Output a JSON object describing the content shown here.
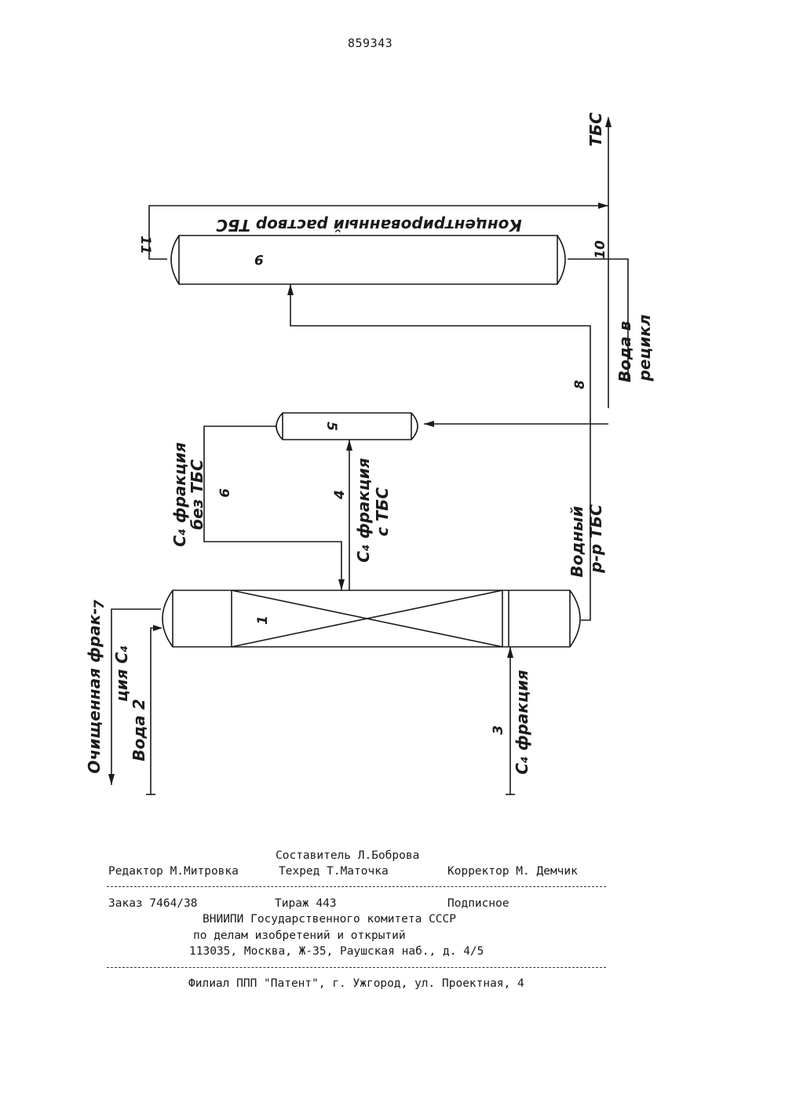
{
  "document": {
    "patent_number": "859343"
  },
  "diagram": {
    "labels": {
      "concentrated_solution": "Концентрированный раствор ТБС",
      "tbs_out": "ТБС",
      "water_recycle_1": "Вода в",
      "water_recycle_2": "рецикл",
      "c4_without_tbs_1": "С₄ фракция",
      "c4_without_tbs_2": "без ТБС",
      "c4_with_tbs_1": "С₄ фракция",
      "c4_with_tbs_2": "с ТБС",
      "aqueous_tbs_1": "Водный",
      "aqueous_tbs_2": "р-р ТБС",
      "purified_1": "Очищенная фрак-",
      "purified_2": "ция С₄",
      "water_2": "Вода 2",
      "c4_feed": "С₄ фракция"
    },
    "stream_numbers": {
      "n1": "1",
      "n2": "2",
      "n3": "3",
      "n4": "4",
      "n5": "5",
      "n6": "6",
      "n7": "7",
      "n8": "8",
      "n9": "9",
      "n10": "10",
      "n11": "11"
    }
  },
  "colophon": {
    "compiler": "Составитель Л.Боброва",
    "editor": "Редактор М.Митровка",
    "techred": "Техред Т.Маточка",
    "corrector": "Корректор М. Демчик",
    "order": "Заказ 7464/38",
    "circulation": "Тираж 443",
    "subscription": "Подписное",
    "org_line1": "ВНИИПИ Государственного комитета СССР",
    "org_line2": "по делам изобретений и открытий",
    "org_address": "113035, Москва, Ж-35, Раушская наб., д. 4/5",
    "branch": "Филиал ППП \"Патент\", г. Ужгород, ул. Проектная, 4"
  }
}
